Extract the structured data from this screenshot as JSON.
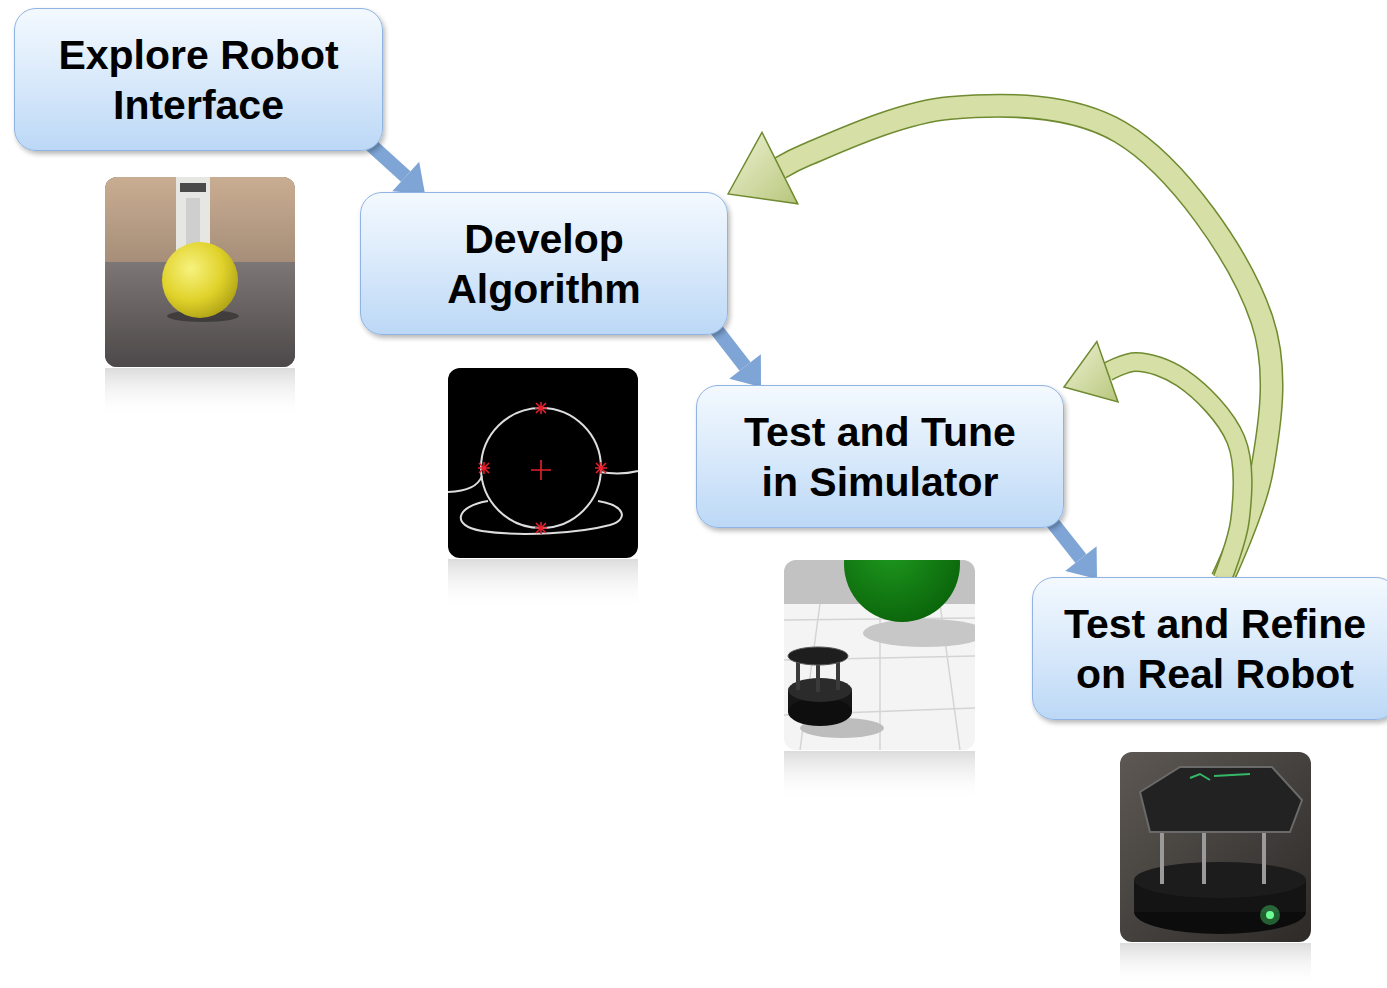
{
  "diagram": {
    "nodes": [
      {
        "text": [
          "Explore Robot Interface"
        ]
      },
      {
        "text": [
          "Develop Algorithm"
        ]
      },
      {
        "text": [
          "Test and Tune in Simulator"
        ]
      },
      {
        "text": [
          "Test and Refine on Real Robot"
        ]
      }
    ],
    "edges": [
      {
        "from": 0,
        "to": 1,
        "arrow": "to"
      },
      {
        "from": 1,
        "to": 2,
        "arrow": "to"
      },
      {
        "from": 2,
        "to": 3,
        "arrow": "to"
      },
      {
        "from": 3,
        "to": 1,
        "arrow": "to"
      },
      {
        "from": 3,
        "to": 2,
        "arrow": "to"
      }
    ]
  }
}
